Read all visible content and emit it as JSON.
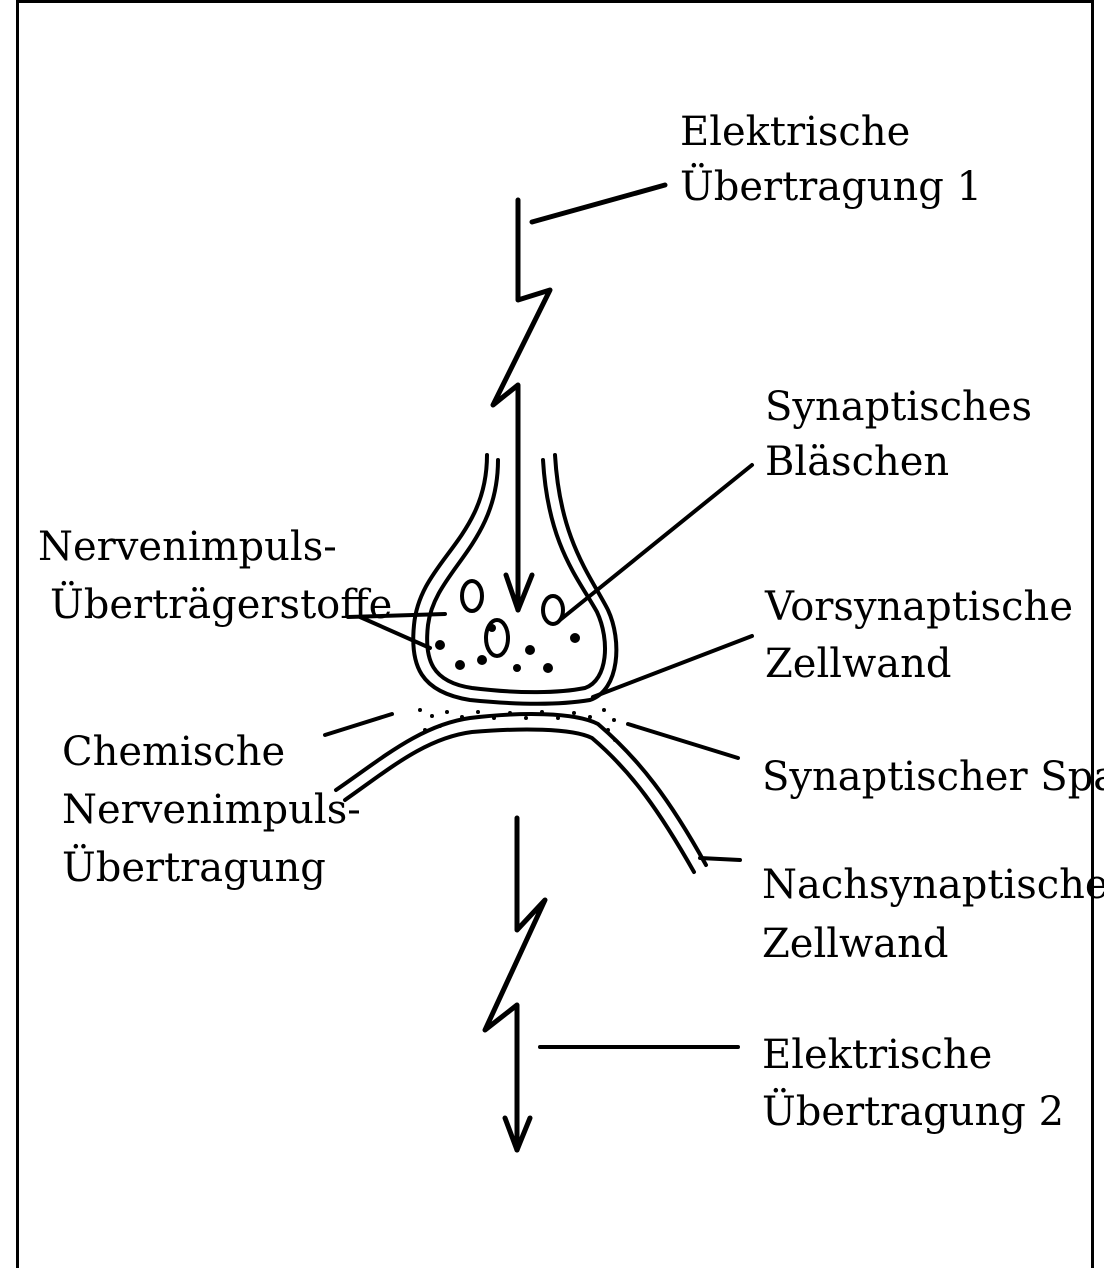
{
  "labels": {
    "elektrische_1": [
      "Elektrische",
      "Übertragung 1"
    ],
    "synaptisches_blaeschen": [
      "Synaptisches",
      "Bläschen"
    ],
    "nervenimpuls_uebertraegerstoffe": [
      "Nervenimpuls-",
      "Überträgerstoffe"
    ],
    "vorsynaptische_zellwand": [
      "Vorsynaptische",
      "Zellwand"
    ],
    "chemische_uebertragung": [
      "Chemische",
      "Nervenimpuls-",
      "Übertragung"
    ],
    "synaptischer_spalt": [
      "Synaptischer Spalt"
    ],
    "nachsynaptische_zellwand": [
      "Nachsynaptische",
      "Zellwand"
    ],
    "elektrische_2": [
      "Elektrische",
      "Übertragung 2"
    ]
  }
}
